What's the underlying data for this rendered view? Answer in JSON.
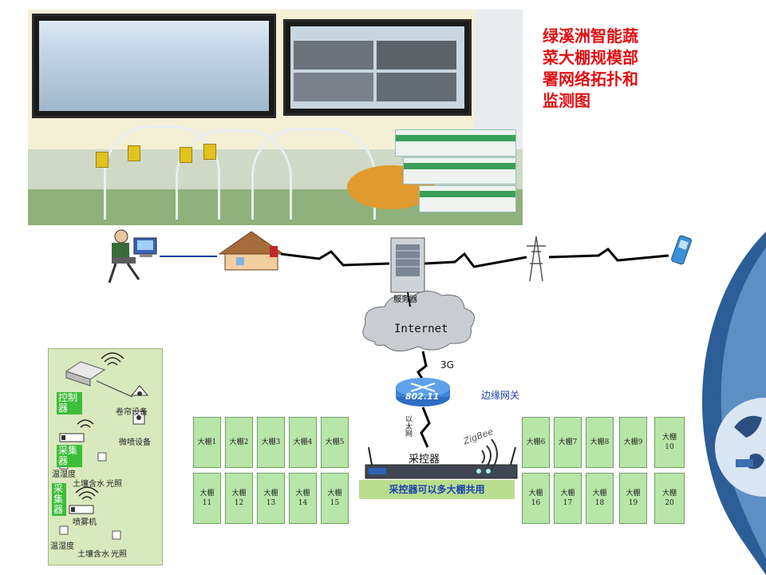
{
  "title": "绿溪洲智能蔬菜大棚规模部署网络拓扑和监测图",
  "title_lines": [
    "绿溪洲智能蔬",
    "菜大棚规模部",
    "署网络拓扑和",
    "监测图"
  ],
  "network": {
    "server_label": "服务器",
    "internet_label": "Internet",
    "link_3g": "3G",
    "router_label": "802.11",
    "edge_gateway": "边缘网关",
    "ethernet_label": "以太网",
    "zigbee_label": "ZigBee",
    "controller_label": "采控器",
    "shared_banner": "采控器可以多大棚共用"
  },
  "panel": {
    "control_tag": "控制器",
    "collector_tag_1": "采集器",
    "collector_tag_2": "采集器",
    "curtain_device": "卷帘设备",
    "spray_device": "微喷设备",
    "temp_humidity_1": "温湿度",
    "light_1": "光照",
    "soil_moisture_1": "土壤含水",
    "sprayer_machine": "喷雾机",
    "temp_humidity_2": "温湿度",
    "light_2": "光照",
    "soil_moisture_2": "土壤含水"
  },
  "greenhouses_left": [
    "大棚1",
    "大棚2",
    "大棚3",
    "大棚4",
    "大棚5",
    "大棚11",
    "大棚12",
    "大棚13",
    "大棚14",
    "大棚15"
  ],
  "greenhouses_right": [
    "大棚6",
    "大棚7",
    "大棚8",
    "大棚9",
    "大棚10",
    "大棚16",
    "大棚17",
    "大棚18",
    "大棚19",
    "大棚20"
  ],
  "colors": {
    "title": "#e00f14",
    "greenhouse_fill": "#b8e6a8",
    "panel_fill": "#d9e9be",
    "tag_green": "#3dbd3a",
    "banner_fill": "#b9dd8e",
    "banner_text": "#1b3fb0"
  }
}
